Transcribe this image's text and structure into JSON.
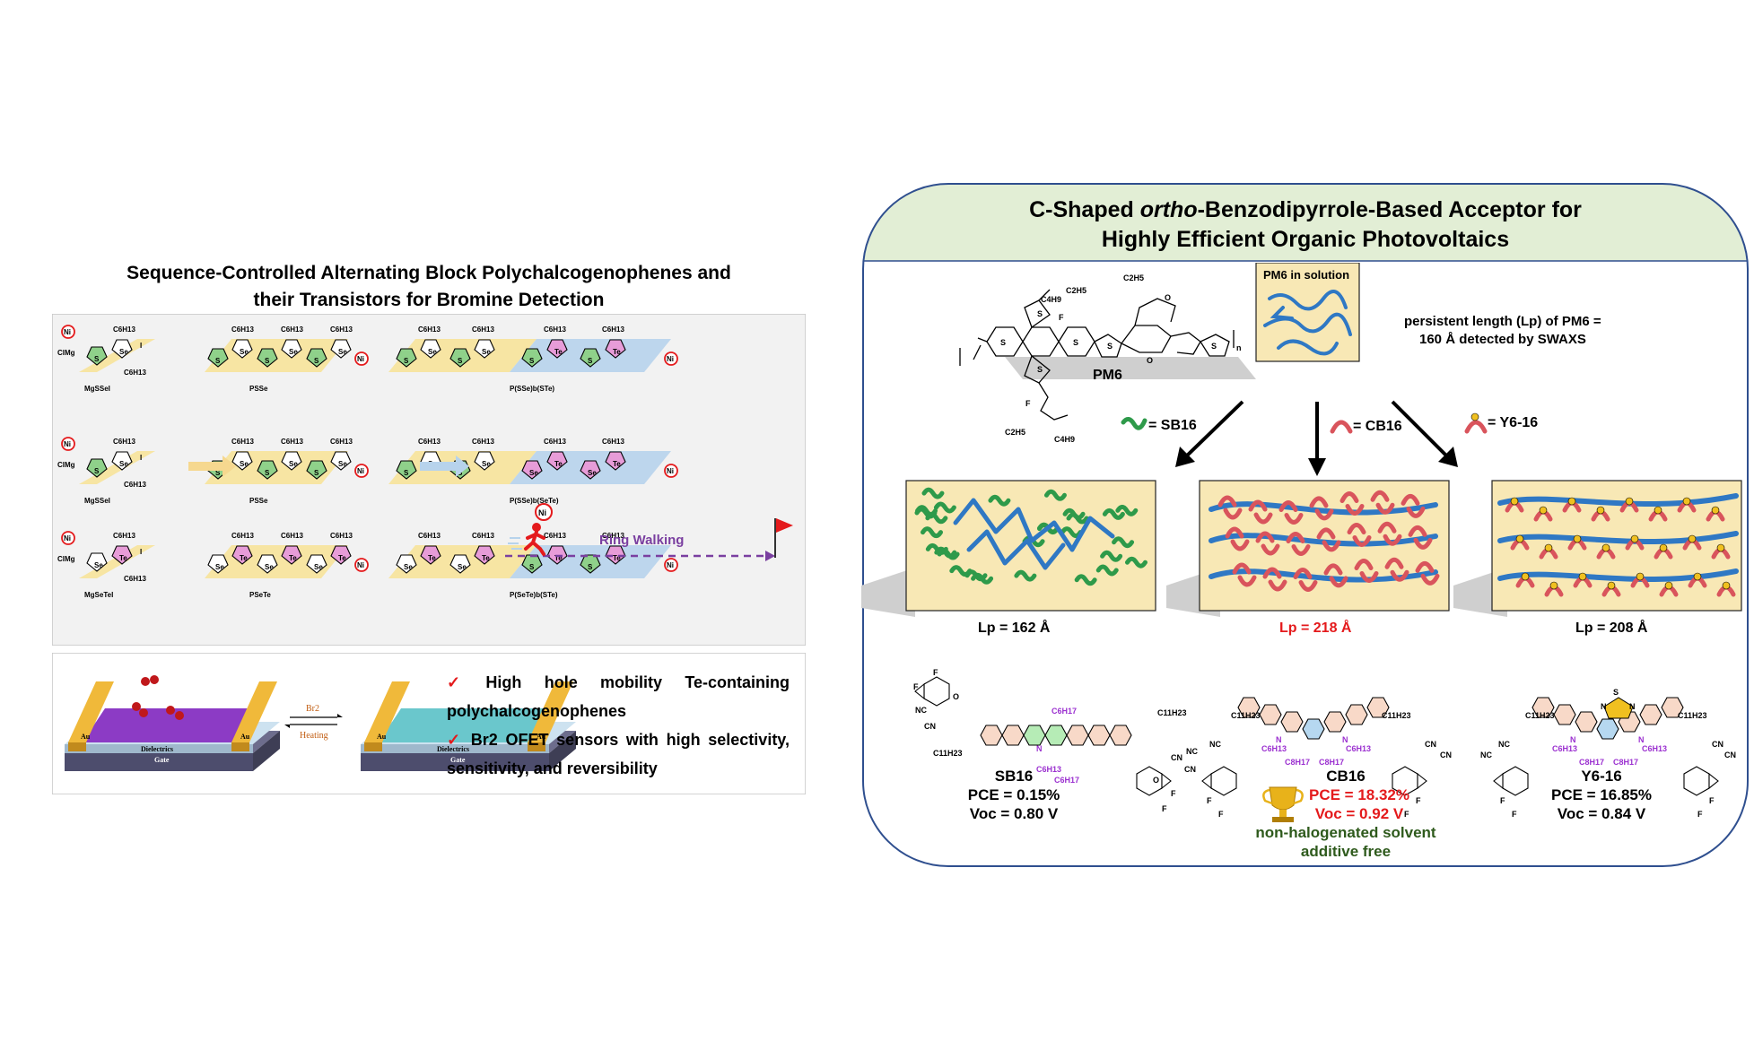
{
  "left": {
    "title_line1": "Sequence-Controlled Alternating Block Polychalcogenophenes and",
    "title_line2": "their Transistors for Bromine Detection",
    "monomers": [
      "MgSSeI",
      "MgSSeI",
      "MgSeTeI"
    ],
    "homopolymers": [
      "PSSe",
      "PSSe",
      "PSeTe"
    ],
    "block_polymers": [
      "P(SSe)b(STe)",
      "P(SSe)b(SeTe)",
      "P(SeTe)b(STe)"
    ],
    "ring_walking": "Ring Walking",
    "ni": "Ni",
    "climg": "ClMg",
    "c6h13": "C6H13",
    "atoms": {
      "s": "S",
      "se": "Se",
      "te": "Te",
      "i": "I"
    },
    "device": {
      "au": "Au",
      "dielectrics": "Dielectrics",
      "gate": "Gate",
      "br2": "Br2",
      "heating": "Heating"
    },
    "bullets": [
      "High hole mobility Te-containing polychalcogenophenes",
      "Br2 OFET sensors with high selectivity, sensitivity, and reversibility"
    ],
    "colors": {
      "yellow": "#f7e39a",
      "blue": "#b7d3ec",
      "pink": "#e79cd8",
      "green": "#8fd18a",
      "ni_red": "#e41a1c",
      "ring_walk": "#7a3fa0"
    }
  },
  "right": {
    "title_pre": "C-Shaped ",
    "title_italic": "ortho",
    "title_post": "-Benzodipyrrole-Based Acceptor for",
    "title_line2": "Highly Efficient Organic Photovoltaics",
    "pm6_label": "PM6",
    "pm6_solution": "PM6 in solution",
    "persistent_line1": "persistent length (Lp) of PM6 =",
    "persistent_line2": "160 Å detected by SWAXS",
    "legend": {
      "sb16": "= SB16",
      "cb16": "= CB16",
      "y616": "= Y6-16"
    },
    "lp_values": {
      "sb16": "Lp = 162 Å",
      "cb16": "Lp = 218 Å",
      "y616": "Lp = 208 Å"
    },
    "molecules": [
      {
        "name": "SB16",
        "pce": "PCE = 0.15%",
        "voc": "Voc = 0.80 V"
      },
      {
        "name": "CB16",
        "pce": "PCE = 18.32%",
        "voc": "Voc = 0.92 V"
      },
      {
        "name": "Y6-16",
        "pce": "PCE = 16.85%",
        "voc": "Voc = 0.84 V"
      }
    ],
    "cb16_note1": "non-halogenated solvent",
    "cb16_note2": "additive free",
    "chem_labels": {
      "c11h23": "C11H23",
      "c6h13": "C6H13",
      "c8h17": "C8H17",
      "c6h17": "C6H17",
      "c2h5": "C2H5",
      "c4h9": "C4H9",
      "f": "F",
      "cn": "CN",
      "nc": "NC",
      "o": "O",
      "n": "N",
      "s": "S",
      "n_sub": "n"
    },
    "colors": {
      "header_bg": "#e2eed5",
      "box_bg": "#f8e8b5",
      "pm6_blue": "#2f78c4",
      "sb16_green": "#2e9a4a",
      "cb16_red": "#d9545c",
      "y616_gold": "#f0c020",
      "lp_red": "#e41a1c",
      "purple": "#9b30d0"
    }
  }
}
